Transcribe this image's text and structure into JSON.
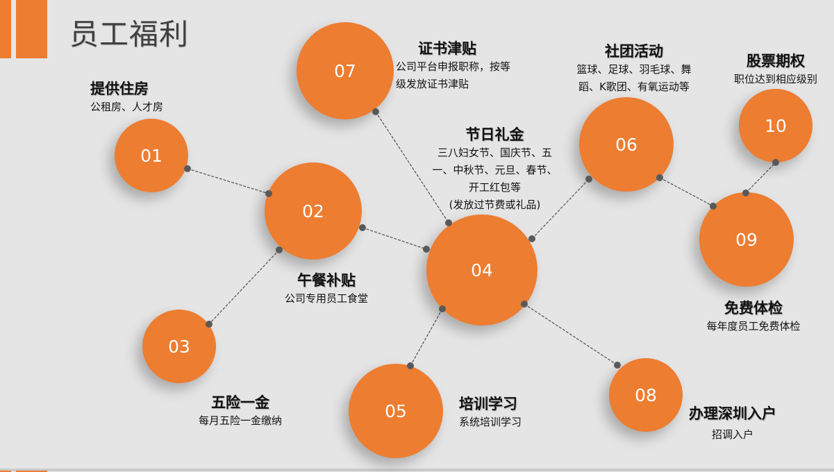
{
  "header": {
    "title": "员工福利"
  },
  "colors": {
    "accent": "#ed7d31",
    "background": "#e5e5e5",
    "connector": "#595959",
    "title": "#404040"
  },
  "nodes": [
    {
      "num": "01",
      "title": "提供住房",
      "desc": [
        "公租房、人才房"
      ]
    },
    {
      "num": "02",
      "title": "午餐补贴",
      "desc": [
        "公司专用员工食堂"
      ]
    },
    {
      "num": "03",
      "title": "五险一金",
      "desc": [
        "每月五险一金缴纳"
      ]
    },
    {
      "num": "04",
      "title": "节日礼金",
      "desc": [
        "三八妇女节、国庆节、五",
        "一、中秋节、元旦、春节、",
        "开工红包等",
        "(发放过节费或礼品)"
      ]
    },
    {
      "num": "05",
      "title": "培训学习",
      "desc": [
        "系统培训学习"
      ]
    },
    {
      "num": "06",
      "title": "社团活动",
      "desc": [
        "篮球、足球、羽毛球、舞",
        "蹈、K歌团、有氧运动等"
      ]
    },
    {
      "num": "07",
      "title": "证书津贴",
      "desc": [
        "公司平台申报职称，按等",
        "级发放证书津贴"
      ]
    },
    {
      "num": "08",
      "title": "办理深圳入户",
      "desc": [
        "招调入户"
      ]
    },
    {
      "num": "09",
      "title": "免费体检",
      "desc": [
        "每年度员工免费体检"
      ]
    },
    {
      "num": "10",
      "title": "股票期权",
      "desc": [
        "职位达到相应级别"
      ]
    }
  ]
}
